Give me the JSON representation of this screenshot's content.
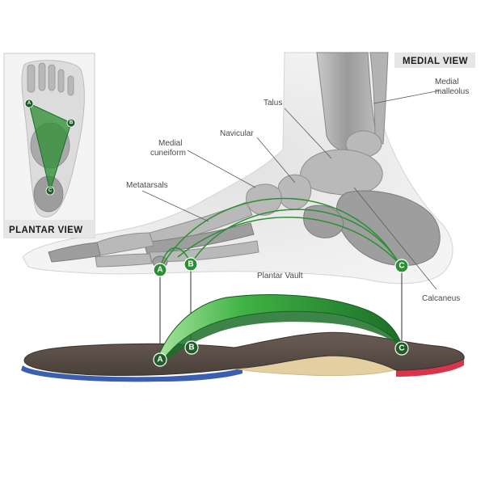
{
  "views": {
    "medial": "MEDIAL VIEW",
    "plantar": "PLANTAR VIEW"
  },
  "labels": {
    "medial_malleolus_line1": "Medial",
    "medial_malleolus_line2": "malleolus",
    "talus": "Talus",
    "navicular": "Navicular",
    "medial_cuneiform_line1": "Medial",
    "medial_cuneiform_line2": "cuneiform",
    "metatarsals": "Metatarsals",
    "plantar_vault": "Plantar Vault",
    "calcaneus": "Calcaneus"
  },
  "points": {
    "a": "A",
    "b": "B",
    "c": "C"
  },
  "colors": {
    "arch_green": "#2fa33a",
    "arch_dark": "#1c6e28",
    "insole_top": "#5b4f48",
    "insole_edge_blue": "#3a5fb0",
    "insole_heel_red": "#d8344a",
    "insole_cork": "#e3cfa0"
  }
}
